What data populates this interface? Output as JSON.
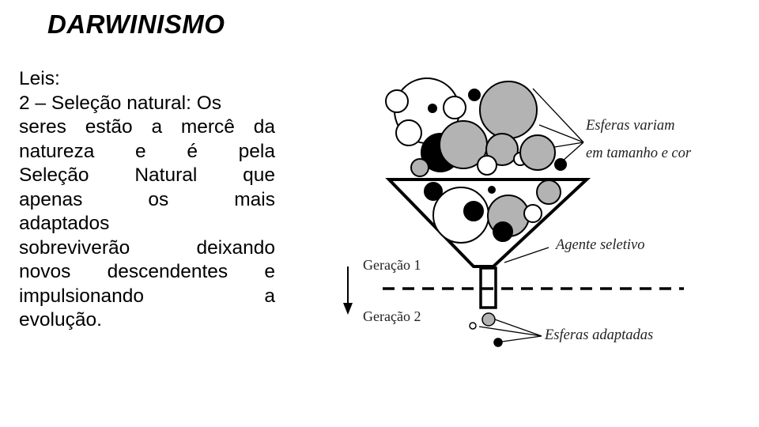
{
  "title": "DARWINISMO",
  "body_lines": [
    "Leis:",
    "2 – Seleção natural: Os",
    "seres estão a mercê da",
    "natureza e é pela",
    "Seleção Natural que",
    "apenas os mais",
    "adaptados",
    "sobreviverão deixando",
    "novos descendentes e",
    "impulsionando a",
    "evolução."
  ],
  "diagram": {
    "label_variation_line1": "Esferas variam",
    "label_variation_line2": "em tamanho e cor",
    "label_agent": "Agente seletivo",
    "label_gen1": "Geração 1",
    "label_gen2": "Geração 2",
    "label_adapted": "Esferas adaptadas"
  },
  "colors": {
    "gray": "#b3b3b3",
    "black": "#000000",
    "white": "#ffffff"
  }
}
